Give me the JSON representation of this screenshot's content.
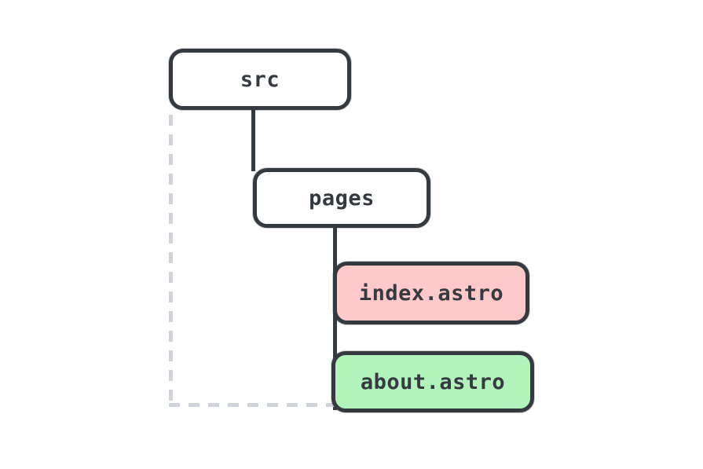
{
  "diagram": {
    "type": "file-tree",
    "nodes": [
      {
        "id": "src",
        "label": "src",
        "fill": "#ffffff"
      },
      {
        "id": "pages",
        "label": "pages",
        "fill": "#ffffff"
      },
      {
        "id": "index-astro",
        "label": "index.astro",
        "fill": "#ffc9c9"
      },
      {
        "id": "about-astro",
        "label": "about.astro",
        "fill": "#b2f2bb"
      }
    ],
    "edges": [
      {
        "from": "src",
        "to": "pages",
        "style": "solid"
      },
      {
        "from": "pages",
        "to": "index-astro",
        "style": "solid"
      },
      {
        "from": "pages",
        "to": "about-astro",
        "style": "solid"
      },
      {
        "from": "src",
        "to": "about-astro",
        "style": "dashed"
      }
    ],
    "colors": {
      "stroke": "#343a40",
      "dashed_line": "#ced4da",
      "background": "#ffffff",
      "index_fill": "#ffc9c9",
      "about_fill": "#b2f2bb"
    }
  }
}
